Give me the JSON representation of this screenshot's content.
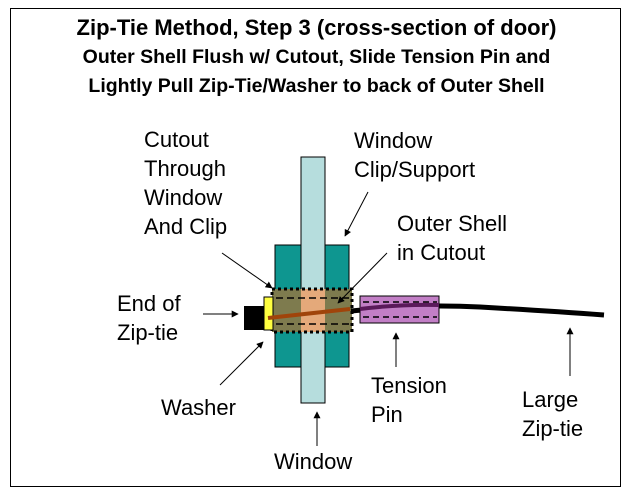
{
  "title": {
    "line1": "Zip-Tie Method, Step 3 (cross-section of door)",
    "line2": "Outer Shell Flush w/ Cutout, Slide Tension Pin and",
    "line3": "Lightly Pull Zip-Tie/Washer to back of Outer Shell"
  },
  "labels": {
    "cutout": [
      "Cutout",
      "Through",
      "Window",
      "And Clip"
    ],
    "window_clip": [
      "Window",
      "Clip/Support"
    ],
    "outer_shell": [
      "Outer Shell",
      "in Cutout"
    ],
    "end_of_ziptie": [
      "End of",
      "Zip-tie"
    ],
    "washer": "Washer",
    "tension_pin": [
      "Tension",
      "Pin"
    ],
    "large_ziptie": [
      "Large",
      "Zip-tie"
    ],
    "window": "Window"
  },
  "colors": {
    "window": "#B6DDDD",
    "clip": "#0E9690",
    "cutout_fill": "#7E7B4E",
    "cutout_window": "#E4A97A",
    "washer": "#FFFF40",
    "ziptie_end": "#000000",
    "tension_pin": "#C27FC6",
    "ziptie_inner": "#A0440A"
  }
}
